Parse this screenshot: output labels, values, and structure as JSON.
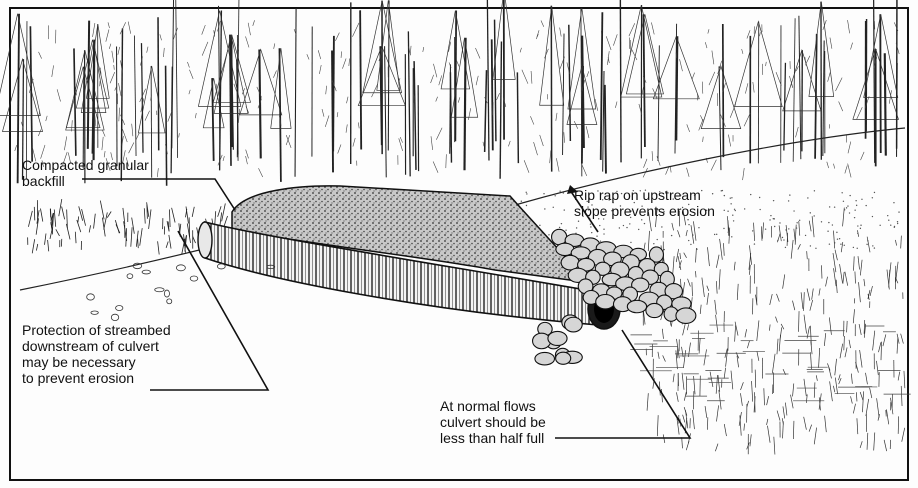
{
  "callouts": {
    "backfill": {
      "lines": [
        "Compacted granular",
        "backfill"
      ]
    },
    "riprap": {
      "lines": [
        "Rip rap on upstream",
        "slope prevents erosion"
      ]
    },
    "streambed": {
      "lines": [
        "Protection of streambed",
        "downstream of culvert",
        "may be necessary",
        "to prevent erosion"
      ]
    },
    "flow": {
      "lines": [
        "At normal flows",
        "culvert should be",
        "less than half full"
      ]
    }
  },
  "colors": {
    "ink": "#111111",
    "paper": "#fdfdfd",
    "fill_gray": "#b9b9b9"
  }
}
